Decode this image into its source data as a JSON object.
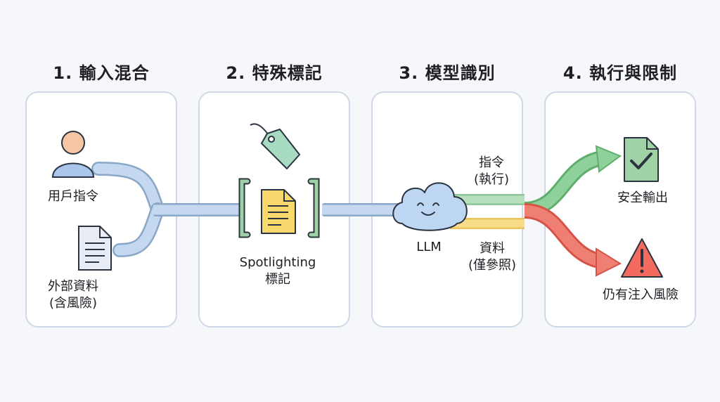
{
  "steps": [
    {
      "title": "1. 輸入混合"
    },
    {
      "title": "2. 特殊標記"
    },
    {
      "title": "3. 模型識別"
    },
    {
      "title": "4. 執行與限制"
    }
  ],
  "step1": {
    "user_label": "用戶指令",
    "data_label_line1": "外部資料",
    "data_label_line2": "(含風險)",
    "icons": [
      "user-icon",
      "document-icon"
    ]
  },
  "step2": {
    "label_line1": "Spotlighting",
    "label_line2": "標記",
    "icons": [
      "tag-icon",
      "bracketed-document-icon"
    ]
  },
  "step3": {
    "model_label": "LLM",
    "instruction_line1": "指令",
    "instruction_line2": "(執行)",
    "data_line1": "資料",
    "data_line2": "(僅參照)",
    "icons": [
      "smiling-cloud-icon"
    ]
  },
  "step4": {
    "safe_label": "安全輸出",
    "risk_label": "仍有注入風險",
    "icons": [
      "checked-document-icon",
      "warning-triangle-icon"
    ]
  },
  "colors": {
    "input_stream": "#c4d9f0",
    "instruction_stream": "#b5dfbd",
    "data_stream": "#f7dd8a",
    "safe_arrow": "#8fd19a",
    "risk_arrow": "#f07f73",
    "panel_border": "#cfd8e6"
  }
}
